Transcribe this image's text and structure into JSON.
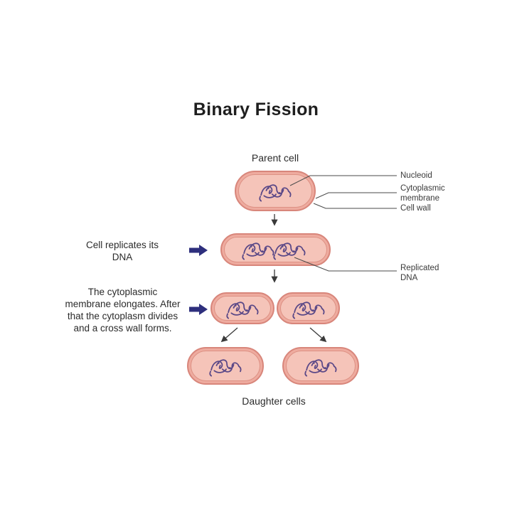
{
  "title": "Binary Fission",
  "stage_labels": {
    "parent_cell": "Parent cell",
    "daughter_cells": "Daughter cells"
  },
  "part_labels": {
    "nucleoid": "Nucleoid",
    "cytoplasmic_membrane": "Cytoplasmic membrane",
    "cell_wall": "Cell wall",
    "replicated_dna": "Replicated DNA"
  },
  "steps": [
    {
      "text": "Cell replicates its DNA"
    },
    {
      "text": "The cytoplasmic membrane elongates. After that the cytoplasm divides and a cross wall forms."
    }
  ],
  "colors": {
    "cell_wall_stroke": "#d8867b",
    "cell_fill": "#eeab9f",
    "cytoplasm_fill": "#f5c4b9",
    "membrane_stroke": "#dd9184",
    "dna_purple": "#5a4887",
    "step_arrow_navy": "#2e2f7d",
    "connector_line": "#4a4a4a",
    "text": "#2b2b2b"
  }
}
